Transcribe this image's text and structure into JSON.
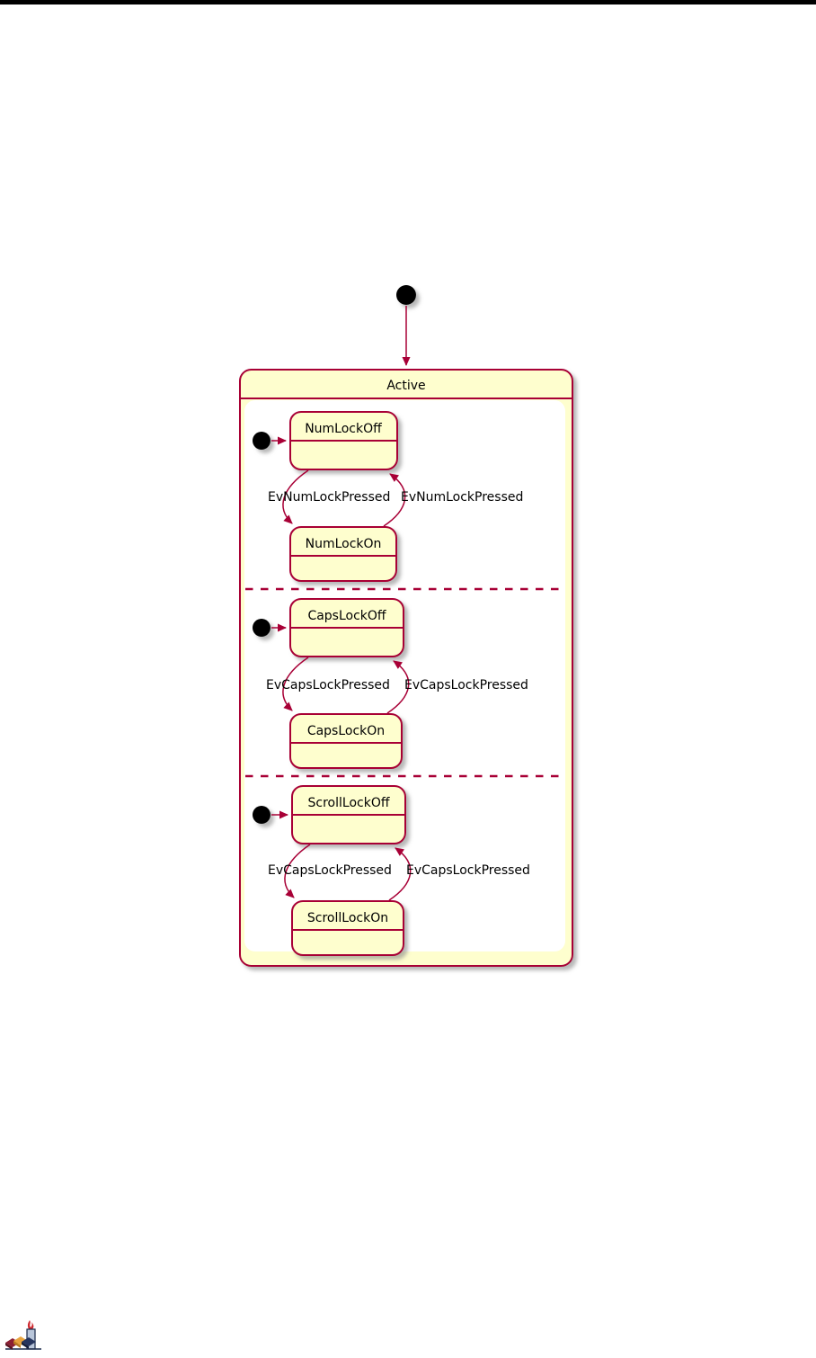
{
  "page": {
    "background": "#FFFFFF",
    "top_bar_color": "#000000"
  },
  "diagram": {
    "composite_state": {
      "title": "Active"
    },
    "regions": [
      {
        "off_state": "NumLockOff",
        "on_state": "NumLockOn",
        "off_to_on_label": "EvNumLockPressed",
        "on_to_off_label": "EvNumLockPressed"
      },
      {
        "off_state": "CapsLockOff",
        "on_state": "CapsLockOn",
        "off_to_on_label": "EvCapsLockPressed",
        "on_to_off_label": "EvCapsLockPressed"
      },
      {
        "off_state": "ScrollLockOff",
        "on_state": "ScrollLockOn",
        "off_to_on_label": "EvCapsLockPressed",
        "on_to_off_label": "EvCapsLockPressed"
      }
    ],
    "colors": {
      "state_fill": "#FEFECE",
      "state_border": "#A80036",
      "region_background": "#FFFFFF",
      "initial_dot": "#000000",
      "text": "#000000"
    }
  },
  "footer": {
    "logo_icon": "plantuml-factory-logo"
  }
}
